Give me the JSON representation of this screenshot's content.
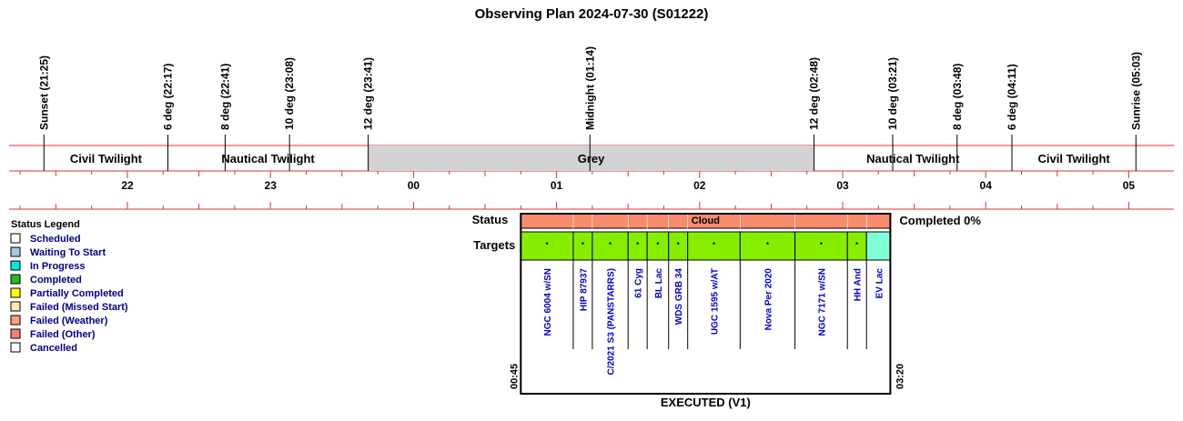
{
  "title": "Observing Plan 2024-07-30 (S01222)",
  "markers": [
    {
      "label": "Sunset (21:25)",
      "hour": 21.4167
    },
    {
      "label": "6 deg (22:17)",
      "hour": 22.2833
    },
    {
      "label": "8 deg (22:41)",
      "hour": 22.6833
    },
    {
      "label": "10 deg (23:08)",
      "hour": 23.1333
    },
    {
      "label": "12 deg (23:41)",
      "hour": 23.6833
    },
    {
      "label": "Midnight (01:14)",
      "hour": 25.2333
    },
    {
      "label": "12 deg (02:48)",
      "hour": 26.8
    },
    {
      "label": "10 deg (03:21)",
      "hour": 27.35
    },
    {
      "label": "8 deg (03:48)",
      "hour": 27.8
    },
    {
      "label": "6 deg (04:11)",
      "hour": 28.1833
    },
    {
      "label": "Sunrise (05:03)",
      "hour": 29.05
    }
  ],
  "bands": [
    {
      "label": "Civil Twilight",
      "start": 21.4167,
      "end": 22.2833,
      "grey": false
    },
    {
      "label": "Nautical Twilight",
      "start": 22.2833,
      "end": 23.6833,
      "grey": false
    },
    {
      "label": "Grey",
      "start": 23.6833,
      "end": 26.8,
      "grey": true
    },
    {
      "label": "Nautical Twilight",
      "start": 26.8,
      "end": 28.1833,
      "grey": false
    },
    {
      "label": "Civil Twilight",
      "start": 28.1833,
      "end": 29.05,
      "grey": false
    }
  ],
  "hour_labels": [
    "22",
    "23",
    "00",
    "01",
    "02",
    "03",
    "04",
    "05"
  ],
  "legend": {
    "title": "Status Legend",
    "items": [
      {
        "label": "Scheduled",
        "color": "#ffffff"
      },
      {
        "label": "Waiting To Start",
        "color": "#a3cbe0"
      },
      {
        "label": "In Progress",
        "color": "#00e6e6"
      },
      {
        "label": "Completed",
        "color": "#22bb22"
      },
      {
        "label": "Partially Completed",
        "color": "#ffff00"
      },
      {
        "label": "Failed (Missed Start)",
        "color": "#ffe4b5"
      },
      {
        "label": "Failed (Weather)",
        "color": "#ffa07a"
      },
      {
        "label": "Failed (Other)",
        "color": "#fa8072"
      },
      {
        "label": "Cancelled",
        "color": "#ffffff"
      }
    ]
  },
  "block": {
    "status_label": "Status",
    "targets_label": "Targets",
    "status_text": "Cloud",
    "completed_text": "Completed 0%",
    "start_time": "00:45",
    "end_time": "03:20",
    "start_hour": 24.75,
    "end_hour": 27.3333,
    "executed_label": "EXECUTED (V1)",
    "status_color": "#fa8c6e",
    "target_color": "#88ee00",
    "last_target_color": "#7fffd4",
    "targets": [
      {
        "name": "NGC 6004 w/SN",
        "start": 24.75,
        "end": 25.1167,
        "marker": "*"
      },
      {
        "name": "HIP 87937",
        "start": 25.1167,
        "end": 25.25,
        "marker": "*"
      },
      {
        "name": "C/2021 S3 (PANSTARRS)",
        "start": 25.25,
        "end": 25.5,
        "marker": "*"
      },
      {
        "name": "61 Cyg",
        "start": 25.5,
        "end": 25.6333,
        "marker": "*"
      },
      {
        "name": "BL Lac",
        "start": 25.6333,
        "end": 25.7833,
        "marker": "*"
      },
      {
        "name": "WDS GRB 34",
        "start": 25.7833,
        "end": 25.9167,
        "marker": "*"
      },
      {
        "name": "UGC 1595 w/AT",
        "start": 25.9167,
        "end": 26.2833,
        "marker": "*"
      },
      {
        "name": "Nova Per 2020",
        "start": 26.2833,
        "end": 26.6667,
        "marker": "*"
      },
      {
        "name": "NGC 7171 w/SN",
        "start": 26.6667,
        "end": 27.0333,
        "marker": "*"
      },
      {
        "name": "HH And",
        "start": 27.0333,
        "end": 27.1667,
        "marker": "*"
      },
      {
        "name": "EV Lac",
        "start": 27.1667,
        "end": 27.3333,
        "marker": ""
      }
    ]
  }
}
